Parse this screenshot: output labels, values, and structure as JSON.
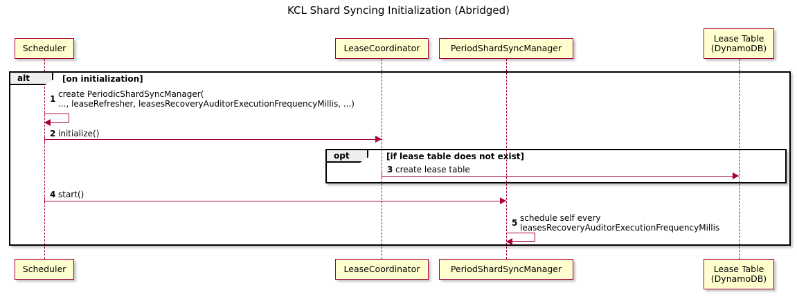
{
  "diagram": {
    "title": "KCL Shard Syncing Initialization (Abridged)",
    "type": "sequence-diagram",
    "colors": {
      "participant_fill": "#FEFECE",
      "participant_border": "#A80036",
      "arrow": "#A80036",
      "frame_border": "#000000",
      "frame_tab_fill": "#EEEEEE",
      "background": "#FFFFFF"
    }
  },
  "participants": [
    {
      "id": "scheduler",
      "label": "Scheduler"
    },
    {
      "id": "lease_coord",
      "label": "LeaseCoordinator"
    },
    {
      "id": "psm",
      "label": "PeriodShardSyncManager"
    },
    {
      "id": "lease_table",
      "label": "Lease Table\n(DynamoDB)"
    }
  ],
  "fragments": [
    {
      "id": "alt",
      "kind": "alt",
      "condition": "[on initialization]"
    },
    {
      "id": "opt",
      "kind": "opt",
      "condition": "[if lease table does not exist]"
    }
  ],
  "messages": [
    {
      "number": "1",
      "from": "scheduler",
      "to": "scheduler",
      "self": true,
      "label": "create PeriodicShardSyncManager(\n    ..., leaseRefresher, leasesRecoveryAuditorExecutionFrequencyMillis, ...)"
    },
    {
      "number": "2",
      "from": "scheduler",
      "to": "lease_coord",
      "self": false,
      "label": "initialize()"
    },
    {
      "number": "3",
      "from": "lease_coord",
      "to": "lease_table",
      "self": false,
      "label": "create lease table"
    },
    {
      "number": "4",
      "from": "scheduler",
      "to": "psm",
      "self": false,
      "label": "start()"
    },
    {
      "number": "5",
      "from": "psm",
      "to": "psm",
      "self": true,
      "label": "schedule self every\n    leasesRecoveryAuditorExecutionFrequencyMillis"
    }
  ]
}
